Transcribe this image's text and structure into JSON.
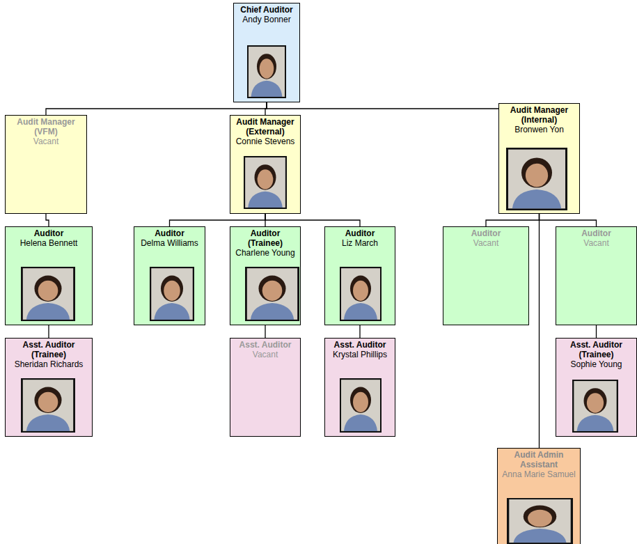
{
  "diagram": {
    "nodes": [
      {
        "text": [
          "Chief Auditor",
          "Andy Bonner"
        ]
      },
      {
        "text": [
          "Audit Manager (VFM)",
          "Vacant"
        ]
      },
      {
        "text": [
          "Audit Manager (External)",
          "Connie Stevens"
        ]
      },
      {
        "text": [
          "Audit Manager (Internal)",
          "Bronwen Yon"
        ]
      },
      {
        "text": [
          "Auditor",
          "Helena Bennett"
        ]
      },
      {
        "text": [
          "Auditor",
          "Delma Williams"
        ]
      },
      {
        "text": [
          "Auditor (Trainee)",
          "Charlene Young"
        ]
      },
      {
        "text": [
          "Auditor",
          "Liz March"
        ]
      },
      {
        "text": [
          "Auditor",
          "Vacant"
        ]
      },
      {
        "text": [
          "Auditor",
          "Vacant"
        ]
      },
      {
        "text": [
          "Asst. Auditor (Trainee)",
          "Sheridan Richards"
        ]
      },
      {
        "text": [
          "Asst. Auditor",
          "Vacant"
        ]
      },
      {
        "text": [
          "Asst. Auditor",
          "Krystal Phillips"
        ]
      },
      {
        "text": [
          "Asst. Auditor (Trainee)",
          "Sophie Young"
        ]
      },
      {
        "text": [
          "Audit Admin Assistant",
          "Anna Marie Samuel"
        ]
      }
    ],
    "edges": [
      {
        "from": 0,
        "to": 1,
        "arrow": "none"
      },
      {
        "from": 0,
        "to": 2,
        "arrow": "none"
      },
      {
        "from": 0,
        "to": 3,
        "arrow": "none"
      },
      {
        "from": 1,
        "to": 4,
        "arrow": "none"
      },
      {
        "from": 2,
        "to": 5,
        "arrow": "none"
      },
      {
        "from": 2,
        "to": 6,
        "arrow": "none"
      },
      {
        "from": 2,
        "to": 7,
        "arrow": "none"
      },
      {
        "from": 3,
        "to": 8,
        "arrow": "none"
      },
      {
        "from": 3,
        "to": 9,
        "arrow": "none"
      },
      {
        "from": 3,
        "to": 14,
        "arrow": "none"
      },
      {
        "from": 4,
        "to": 10,
        "arrow": "none"
      },
      {
        "from": 6,
        "to": 11,
        "arrow": "none"
      },
      {
        "from": 7,
        "to": 12,
        "arrow": "none"
      },
      {
        "from": 9,
        "to": 13,
        "arrow": "none"
      }
    ]
  }
}
